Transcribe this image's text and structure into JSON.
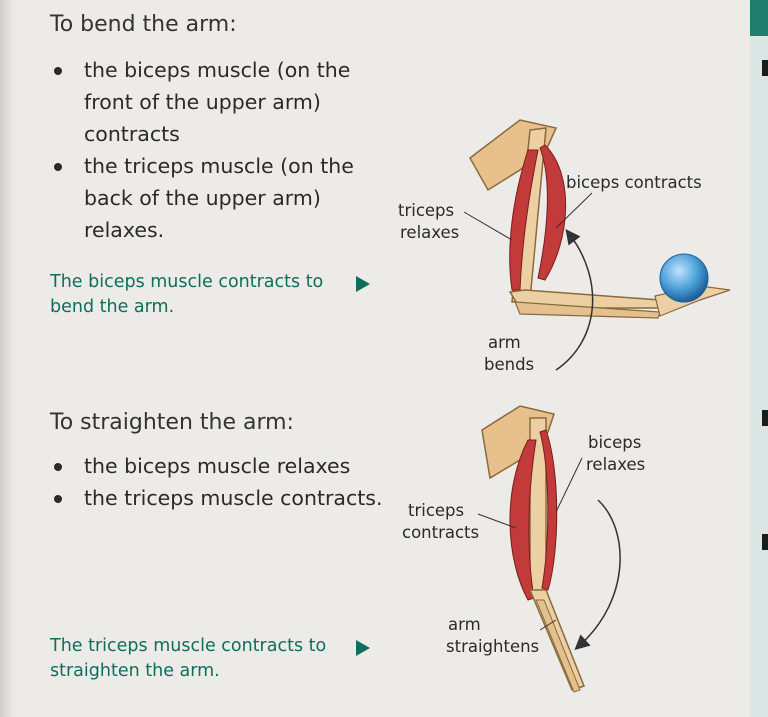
{
  "section_bend": {
    "heading": "To bend the arm:",
    "bullets": [
      "the biceps muscle (on the front of the upper arm) contracts",
      "the triceps muscle (on the back of the upper arm) relaxes."
    ],
    "caption": "The biceps muscle contracts to bend the arm."
  },
  "section_straighten": {
    "heading": "To straighten the arm:",
    "bullets": [
      "the biceps muscle relaxes",
      "the triceps muscle contracts."
    ],
    "caption": "The triceps muscle contracts to straighten the arm."
  },
  "diagram_bend": {
    "label_biceps": "biceps contracts",
    "label_triceps_1": "triceps",
    "label_triceps_2": "relaxes",
    "label_motion_1": "arm",
    "label_motion_2": "bends"
  },
  "diagram_straighten": {
    "label_biceps_1": "biceps",
    "label_biceps_2": "relaxes",
    "label_triceps_1": "triceps",
    "label_triceps_2": "contracts",
    "label_motion_1": "arm",
    "label_motion_2": "straightens"
  },
  "colors": {
    "accent": "#0d6e5c",
    "muscle": "#c23a3a",
    "bone": "#e8c08c",
    "ball": "#4a9fd8"
  }
}
